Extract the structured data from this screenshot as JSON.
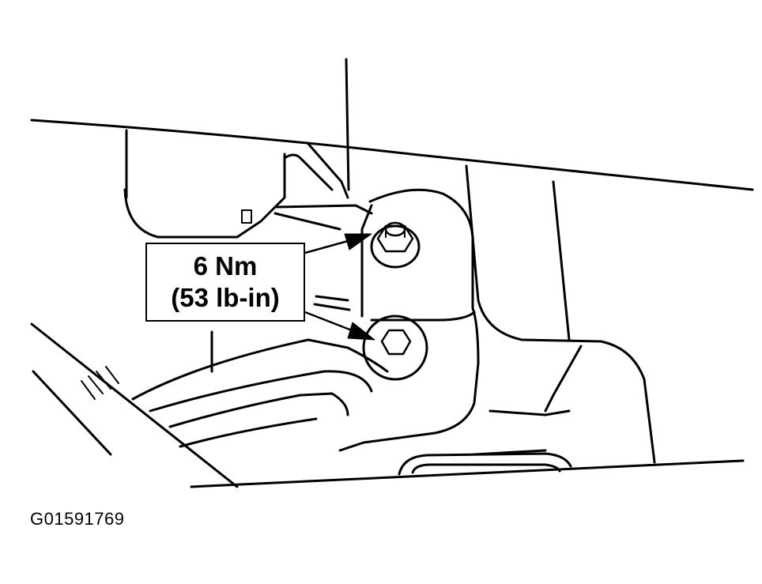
{
  "callout": {
    "torque_metric": "6 Nm",
    "torque_imperial": "(53 lb-in)"
  },
  "figure_id": "G01591769",
  "colors": {
    "line": "#000000",
    "background": "#ffffff"
  },
  "parts": [
    "upper-bolt",
    "lower-bolt",
    "mounting-bracket"
  ]
}
